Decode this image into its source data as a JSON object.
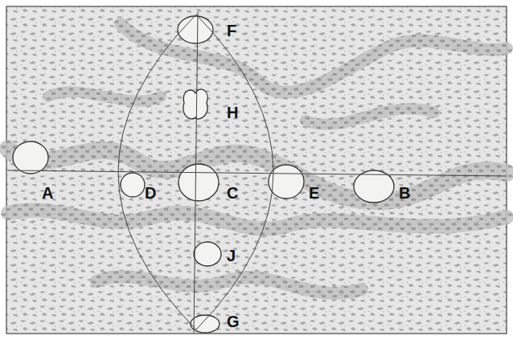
{
  "diagram": {
    "labels": [
      "F",
      "H",
      "A",
      "D",
      "C",
      "E",
      "B",
      "J",
      "G"
    ]
  }
}
